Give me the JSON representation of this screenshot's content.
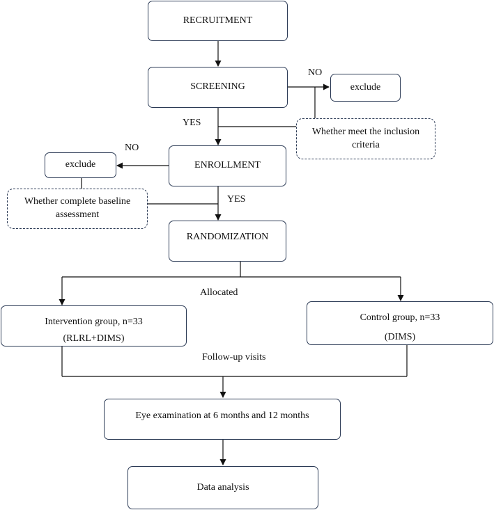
{
  "boxes": {
    "recruitment": "RECRUITMENT",
    "screening": "SCREENING",
    "exclude_right": "exclude",
    "inclusion_criteria": "Whether meet the inclusion criteria",
    "enrollment": "ENROLLMENT",
    "exclude_left": "exclude",
    "baseline_assessment": "Whether complete baseline assessment",
    "randomization": "RANDOMIZATION",
    "intervention_line1": "Intervention group, n=33",
    "intervention_line2": "(RLRL+DIMS)",
    "control_line1": "Control group, n=33",
    "control_line2": "(DIMS)",
    "eye_exam": "Eye examination at 6 months and 12 months",
    "data_analysis": "Data analysis"
  },
  "labels": {
    "no_screening": "NO",
    "yes_screening": "YES",
    "no_enrollment": "NO",
    "yes_enrollment": "YES",
    "allocated": "Allocated",
    "follow_up": "Follow-up visits"
  },
  "colors": {
    "box_border": "#2b3a55",
    "line": "#111111"
  }
}
